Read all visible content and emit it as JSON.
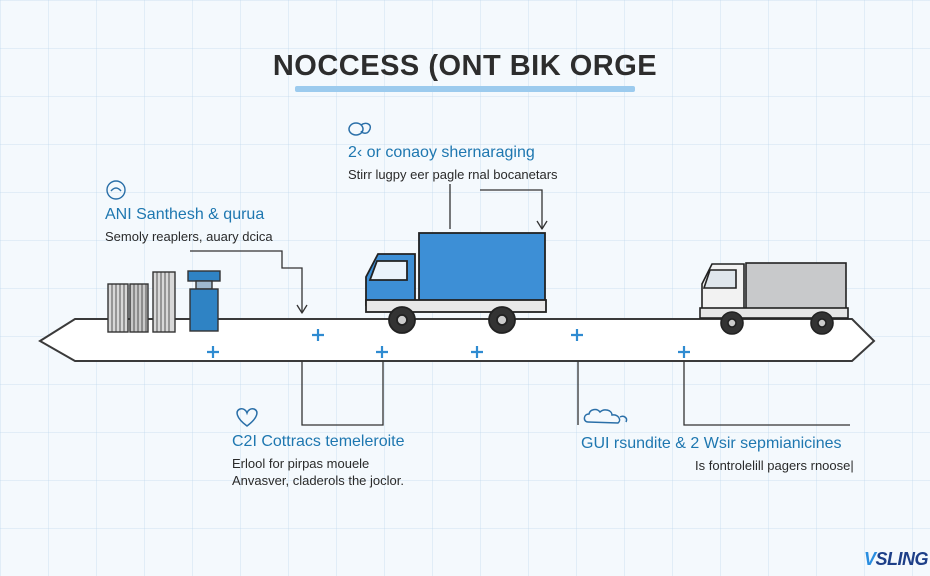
{
  "title": "NOCCESS (ONT BIK ORGE",
  "labels": {
    "top_center": {
      "heading": "2‹ or conaoy shernaraging",
      "sub": "Stirr lugpy eer pagle rnal bocanetars"
    },
    "top_left": {
      "heading": "ANI Santhesh & qurua",
      "sub": "Semoly reaplers, auary dcica"
    },
    "bottom_left": {
      "heading": "C2I Cottracs temeleroite",
      "sub1": "Erlool for pirpas mouele",
      "sub2": "Anvasver, claderols the joclor."
    },
    "bottom_right": {
      "heading": "GUI rsundite & 2 Wsir sepmianicines",
      "sub": "Is fontrolelill pagers rnoose|"
    }
  },
  "icons": {
    "top_center": "swap-arrows-icon",
    "top_left": "lock-circle-icon",
    "bottom_left": "heart-hand-icon",
    "bottom_right": "cloud-link-icon"
  },
  "logo": {
    "mark": "V",
    "text": "SLING"
  },
  "colors": {
    "accent": "#1e77b0",
    "truck_blue": "#3d8fd6",
    "title_underline": "#9ccbee",
    "road_fill": "#ffffff",
    "road_stroke": "#3a3a3a"
  }
}
